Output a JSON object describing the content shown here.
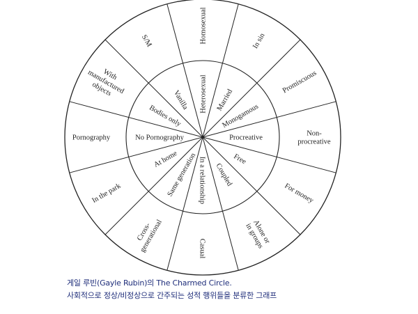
{
  "diagram": {
    "segments": [
      {
        "inner": "Heterosexual",
        "outer": "Homosexual"
      },
      {
        "inner": "Married",
        "outer": "In sin"
      },
      {
        "inner": "Monogamous",
        "outer": "Promiscuous"
      },
      {
        "inner": "Procreative",
        "outer": "Non-\nprocreative"
      },
      {
        "inner": "Free",
        "outer": "For money"
      },
      {
        "inner": "Coupled",
        "outer": "Alone or\nin groups"
      },
      {
        "inner": "In a relationship",
        "outer": "Casual"
      },
      {
        "inner": "Same generation",
        "outer": "Cross-\ngenerational"
      },
      {
        "inner": "At home",
        "outer": "In the park"
      },
      {
        "inner": "No Pornography",
        "outer": "Pornography"
      },
      {
        "inner": "Bodies only",
        "outer": "With\nmanufactured\nobjects"
      },
      {
        "inner": "Vanilla",
        "outer": "S/M"
      }
    ]
  },
  "caption": {
    "line1": "게일 루빈(Gayle Rubin)의 The Charmed Circle.",
    "line2": "사회적으로 정상/비정상으로 간주되는 성적 행위들을 분류한 그래프"
  },
  "colors": {
    "line": "#222222",
    "caption_text": "#1e2d7a"
  }
}
